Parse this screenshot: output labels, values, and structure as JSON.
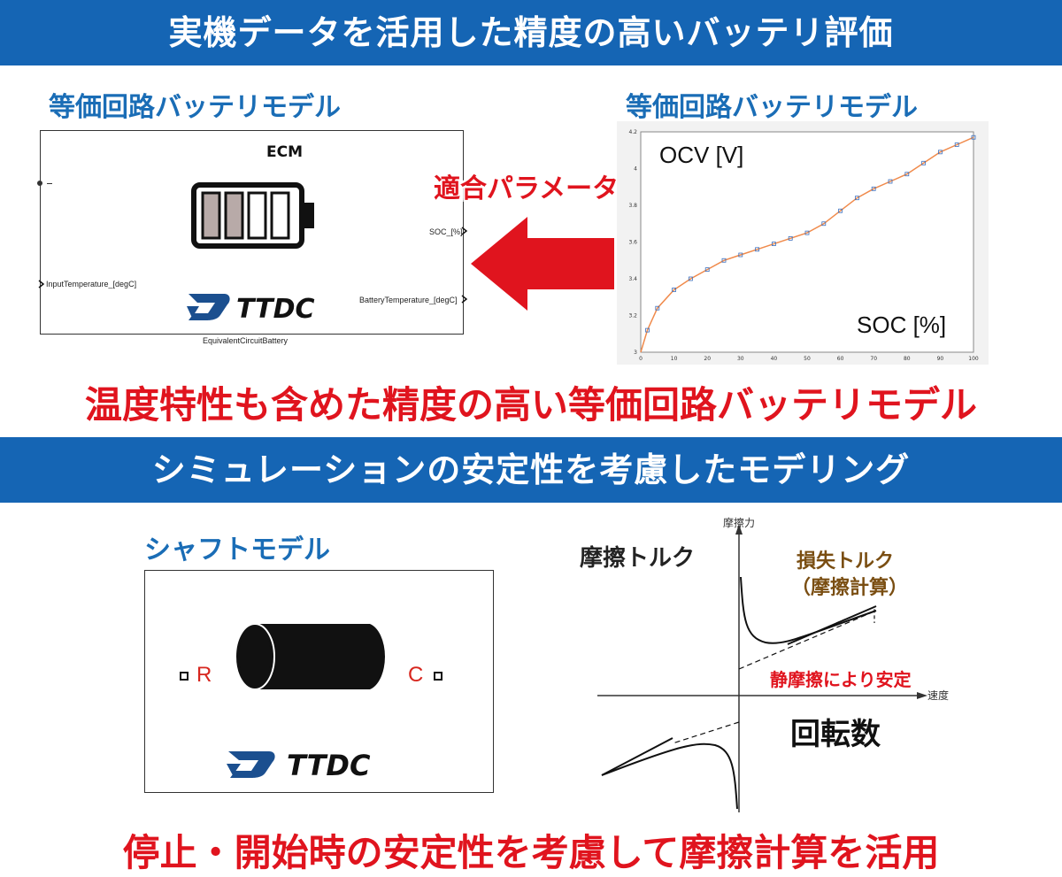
{
  "top_banner": "実機データを活用した精度の高いバッテリ評価",
  "ecm_block": {
    "label": "等価回路バッテリモデル",
    "title": "ECM",
    "port_in_temp": "InputTemperature_[degC]",
    "port_out_soc": "SOC_[%]",
    "port_out_temp": "BatteryTemperature_[degC]",
    "block_name": "EquivalentCircuitBattery",
    "logo_text": "TTDC"
  },
  "arrow_tag": "適合パラメータ",
  "ocv_chart": {
    "label": "等価回路バッテリモデル",
    "ylabel": "OCV [V]",
    "xlabel": "SOC [%]",
    "x_ticks": [
      "0",
      "10",
      "20",
      "30",
      "40",
      "50",
      "60",
      "70",
      "80",
      "90",
      "100"
    ],
    "y_ticks": [
      "3",
      "3.2",
      "3.4",
      "3.6",
      "3.8",
      "4",
      "4.2"
    ]
  },
  "chart_data": {
    "type": "line",
    "xlabel": "SOC [%]",
    "ylabel": "OCV [V]",
    "xlim": [
      0,
      100
    ],
    "ylim": [
      3.0,
      4.2
    ],
    "series": [
      {
        "x": [
          0,
          2,
          5,
          10,
          15,
          20,
          25,
          30,
          35,
          40,
          45,
          50,
          55,
          60,
          65,
          70,
          75,
          80,
          85,
          90,
          95,
          100
        ],
        "values": [
          3.0,
          3.12,
          3.24,
          3.34,
          3.4,
          3.45,
          3.5,
          3.53,
          3.56,
          3.59,
          3.62,
          3.65,
          3.7,
          3.77,
          3.84,
          3.89,
          3.93,
          3.97,
          4.03,
          4.09,
          4.13,
          4.17
        ]
      }
    ]
  },
  "caption_1": "温度特性も含めた精度の高い等価回路バッテリモデル",
  "middle_banner": "シミュレーションの安定性を考慮したモデリング",
  "shaft_block": {
    "label": "シャフトモデル",
    "port_left": "R",
    "port_right": "C",
    "logo_text": "TTDC"
  },
  "friction_chart": {
    "y_axis_name": "摩擦力",
    "x_axis_name": "速度",
    "torque_label": "摩擦トルク",
    "loss_label_1": "損失トルク",
    "loss_label_2": "（摩擦計算）",
    "stable_label": "静摩擦により安定",
    "rpm_label": "回転数"
  },
  "caption_2": "停止・開始時の安定性を考慮して摩擦計算を活用",
  "colors": {
    "banner_blue": "#1565b4",
    "label_blue": "#1a6db6",
    "accent_red": "#e0141e",
    "curve_orange": "#f08a4b",
    "loss_brown": "#7a4e12"
  }
}
